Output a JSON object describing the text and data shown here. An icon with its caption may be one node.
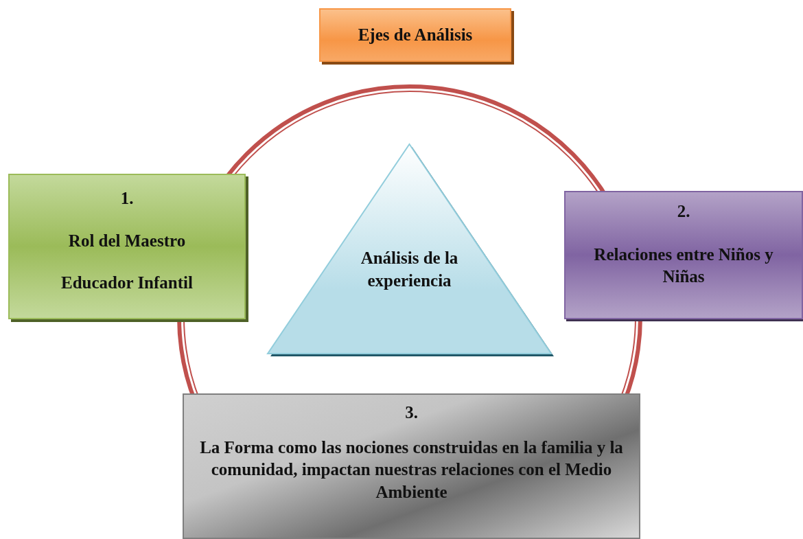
{
  "diagram": {
    "nodes": [
      {
        "text": [
          "Ejes de Análisis"
        ]
      },
      {
        "text": [
          "1.",
          "Rol del Maestro",
          "Educador Infantil"
        ]
      },
      {
        "text": [
          "Análisis de la experiencia"
        ]
      },
      {
        "text": [
          "2.",
          "Relaciones entre Niños y Niñas"
        ]
      },
      {
        "text": [
          "3.",
          "La Forma como las nociones construidas en la familia y la comunidad, impactan nuestras relaciones con el Medio Ambiente"
        ]
      }
    ]
  }
}
